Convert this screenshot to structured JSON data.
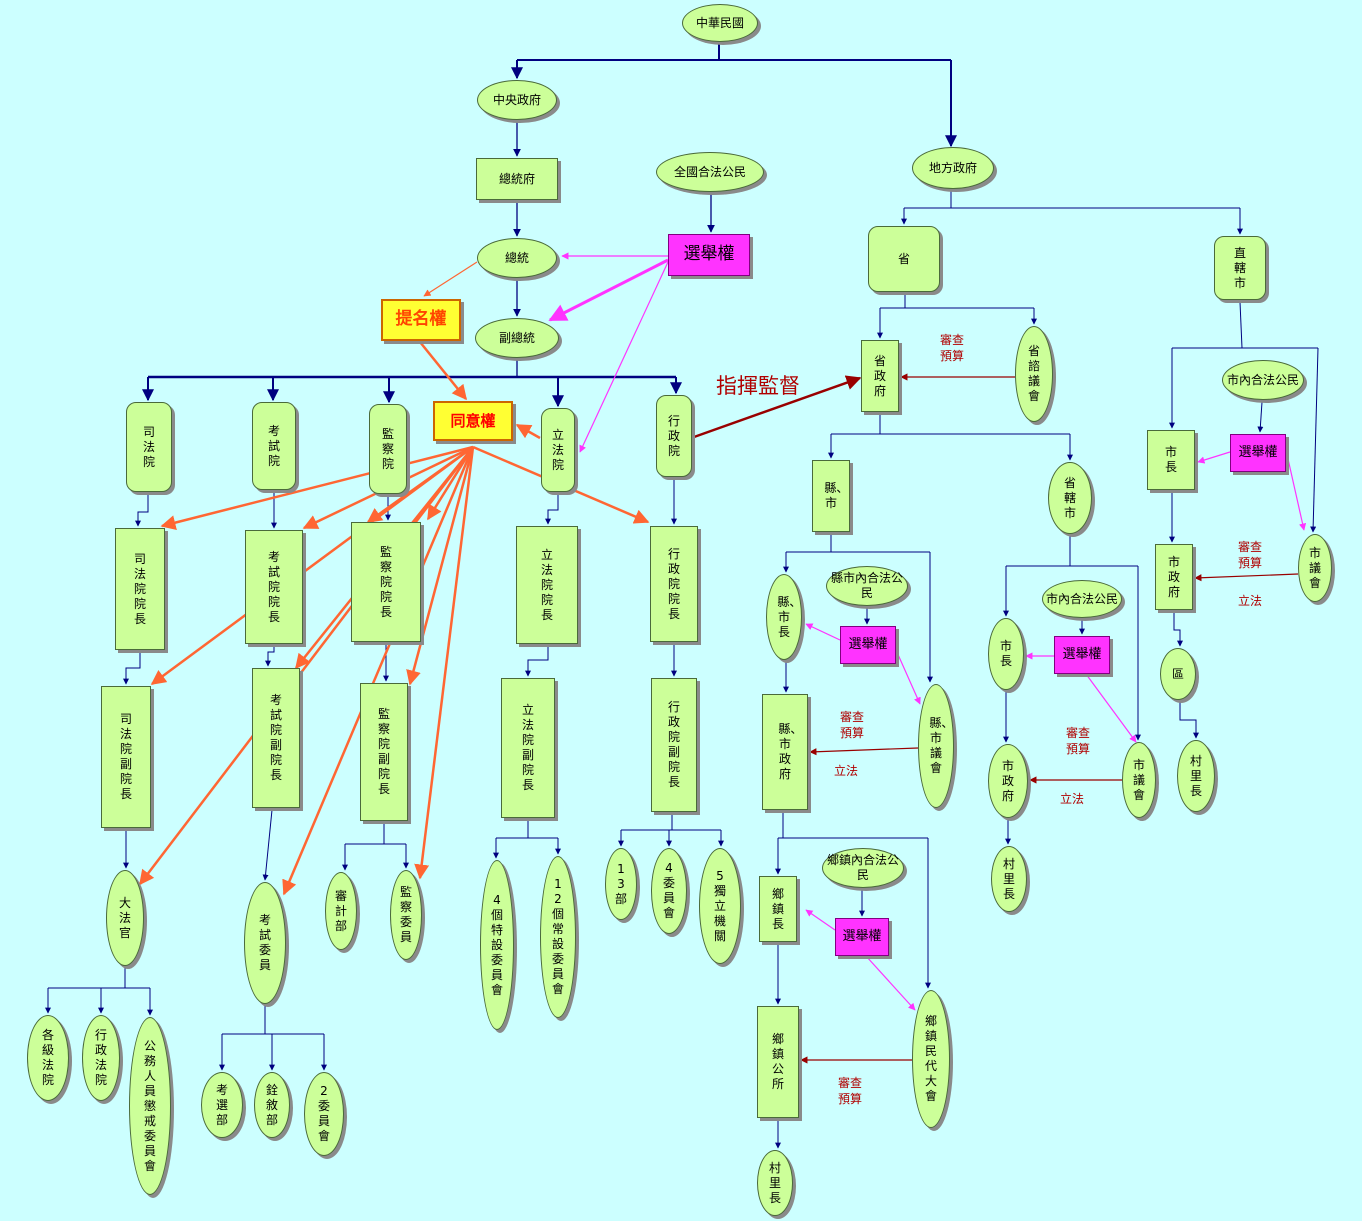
{
  "nodes": {
    "roc": "中華民國",
    "central": "中央政府",
    "president_office": "總統府",
    "president": "總統",
    "vice_president": "副總統",
    "citizens": "全國合法公民",
    "election_central": "選舉權",
    "nominate": "提名權",
    "consent": "同意權",
    "judicial": "司法院",
    "exam": "考試院",
    "control": "監察院",
    "legislative": "立法院",
    "executive": "行政院",
    "judicial_pres": "司法院院長",
    "judicial_vp": "司法院副院長",
    "justices": "大法官",
    "courts": "各級法院",
    "admin_court": "行政法院",
    "discipline": "公務人員懲戒委員會",
    "exam_pres": "考試院院長",
    "exam_vp": "考試院副院長",
    "exam_members": "考試委員",
    "exam_ministry": "考選部",
    "civil_service": "銓敘部",
    "exam_committees": "2委員會",
    "control_pres": "監察院院長",
    "control_vp": "監察院副院長",
    "audit": "審計部",
    "control_members": "監察委員",
    "leg_pres": "立法院院長",
    "leg_vp": "立法院副院長",
    "special_comm": "4個特設委員會",
    "standing_comm": "12個常設委員會",
    "exec_pres": "行政院院長",
    "exec_vp": "行政院副院長",
    "ministries": "13部",
    "exec_comm": "4委員會",
    "indep": "5獨立機關",
    "local": "地方政府",
    "province": "省",
    "municipality": "直轄市",
    "prov_gov": "省政府",
    "prov_council": "省諮議會",
    "county": "縣、市",
    "prov_city": "省轄市",
    "county_citizens": "縣市內合法公民",
    "county_head": "縣、市長",
    "county_election": "選舉權",
    "county_council": "縣、市議會",
    "county_gov": "縣、市政府",
    "city_citizens": "市內合法公民",
    "city_mayor": "市長",
    "city_election": "選舉權",
    "city_gov": "市政府",
    "city_council": "市議會",
    "city_village": "村里長",
    "town_citizens": "鄉鎮內合法公民",
    "town_head": "鄉鎮長",
    "town_election": "選舉權",
    "town_office": "鄉鎮公所",
    "town_council": "鄉鎮民代大會",
    "town_village": "村里長",
    "muni_citizens": "市內合法公民",
    "muni_mayor": "市長",
    "muni_election": "選舉權",
    "muni_gov": "市政府",
    "muni_council": "市議會",
    "district": "區",
    "muni_village": "村里長"
  },
  "labels": {
    "prov_review": "審查\n預算",
    "command": "指揮監督",
    "county_review": "審查\n預算",
    "county_legislate": "立法",
    "city_review": "審查\n預算",
    "city_legislate": "立法",
    "muni_review": "審查\n預算",
    "muni_legislate": "立法",
    "town_review": "審查\n預算"
  },
  "colors": {
    "background": "#ccffff",
    "node_fill": "#ccff99",
    "tree_line": "#000080",
    "election_fill": "#ff33ff",
    "election_arrow": "#ff33ff",
    "nominate_fill": "#ffff33",
    "consent_arrow": "#ff6633",
    "budget_arrow": "#990000"
  }
}
